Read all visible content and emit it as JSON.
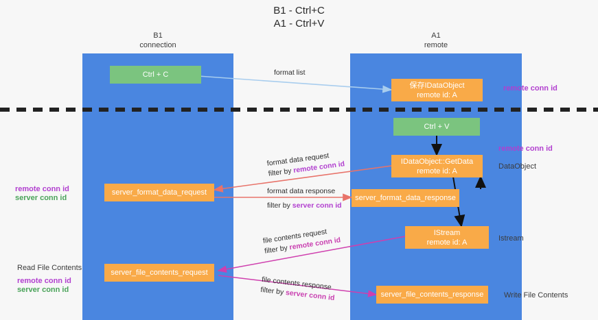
{
  "diagram": {
    "title": "B1 - Ctrl+C\nA1 - Ctrl+V",
    "columns": [
      {
        "name": "b1",
        "label": "B1\nconnection"
      },
      {
        "name": "a1",
        "label": "A1\nremote"
      }
    ],
    "nodes": [
      {
        "name": "ctrl-c",
        "label": "Ctrl + C",
        "color": "#7bc47f"
      },
      {
        "name": "save-idataobject",
        "label": "保存IDataObject\nremote id: A",
        "color": "#f9aa48"
      },
      {
        "name": "ctrl-v",
        "label": "Ctrl + V",
        "color": "#7bc47f"
      },
      {
        "name": "idataobject-getdata",
        "label": "IDataObject::GetData\nremote id: A",
        "color": "#f9aa48"
      },
      {
        "name": "server-format-data-request",
        "label": "server_format_data_request",
        "color": "#f9aa48"
      },
      {
        "name": "server-format-data-response",
        "label": "server_format_data_response",
        "color": "#f9aa48"
      },
      {
        "name": "istream",
        "label": "IStream\nremote id: A",
        "color": "#f9aa48"
      },
      {
        "name": "server-file-contents-request",
        "label": "server_file_contents_request",
        "color": "#f9aa48"
      },
      {
        "name": "server-file-contents-response",
        "label": "server_file_contents_response",
        "color": "#f9aa48"
      }
    ],
    "edge_labels": {
      "format_list": "format list",
      "format_data_request": "format data request",
      "format_data_request_filter_prefix": "filter by ",
      "format_data_request_filter_key": "remote conn id",
      "format_data_response": "format data response",
      "format_data_response_filter_prefix": "filter by ",
      "format_data_response_filter_key": "server conn id",
      "file_contents_request": "file contents request",
      "file_contents_request_filter_prefix": "filter by ",
      "file_contents_request_filter_key": "remote conn id",
      "file_contents_response": "file contents response",
      "file_contents_response_filter_prefix": "filter by ",
      "file_contents_response_filter_key": "server conn id"
    },
    "annotations": {
      "right_remote_conn_id_top": "remote conn id",
      "right_remote_conn_id_mid": "remote conn id",
      "right_dataobject": "DataObject",
      "right_istream": "Istream",
      "right_write_file_contents": "Write File Contents",
      "left_remote_conn_id_mid": "remote conn id",
      "left_server_conn_id_mid": "server conn id",
      "left_read_file_contents": "Read File Contents",
      "left_remote_conn_id_bottom": "remote conn id",
      "left_server_conn_id_bottom": "server conn id"
    },
    "colors": {
      "lane": "#4a86e0",
      "green_node": "#7bc47f",
      "orange_node": "#f9aa48",
      "purple_text": "#b13fcf",
      "green_text": "#4aa35a",
      "light_blue_arrow": "#a8cdee",
      "red_arrow": "#e8736a",
      "magenta_arrow": "#cf3fae",
      "black_arrow": "#111111",
      "divider": "#222222"
    }
  }
}
